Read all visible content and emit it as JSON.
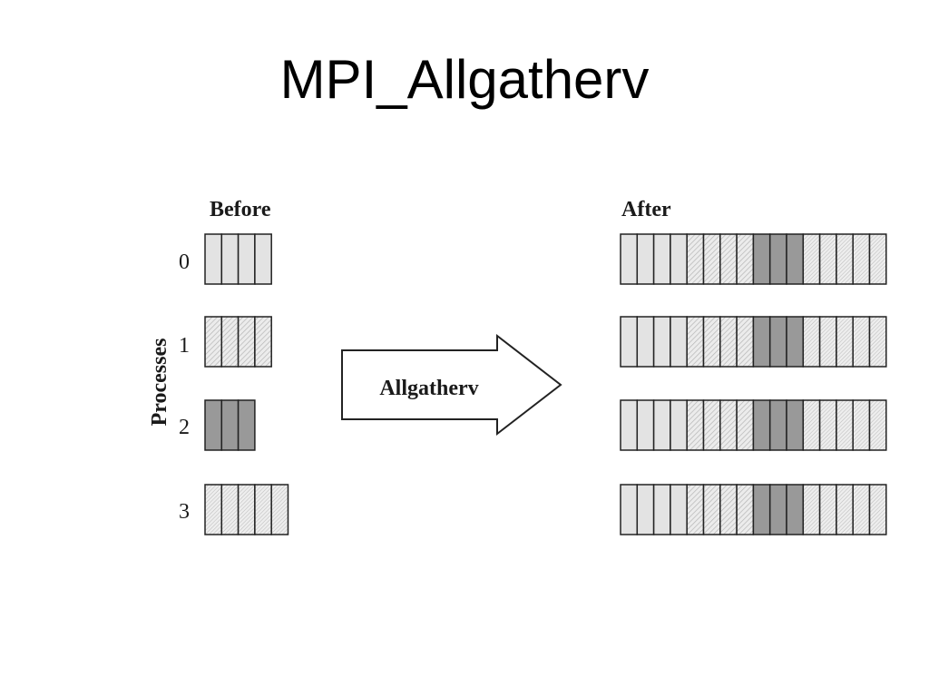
{
  "title": "MPI_Allgatherv",
  "diagram": {
    "before_label": "Before",
    "after_label": "After",
    "axis_label": "Processes",
    "arrow_label": "Allgatherv",
    "processes": [
      {
        "id": "0",
        "block_count": 4,
        "fill": "light"
      },
      {
        "id": "1",
        "block_count": 4,
        "fill": "hatched"
      },
      {
        "id": "2",
        "block_count": 3,
        "fill": "dark"
      },
      {
        "id": "3",
        "block_count": 5,
        "fill": "hatched-fine"
      }
    ],
    "colors": {
      "light": "#e3e3e3",
      "hatched_bg": "#ececec",
      "hatched_line": "#b5b5b5",
      "dark": "#999999",
      "stroke": "#222222"
    }
  }
}
